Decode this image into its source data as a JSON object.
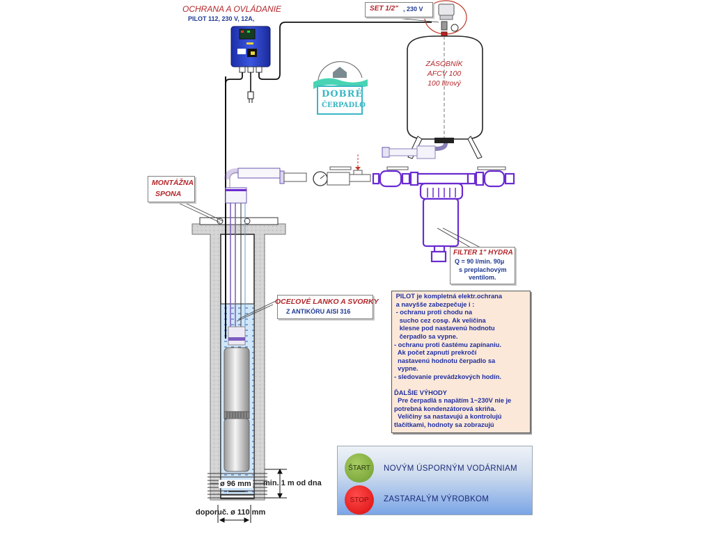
{
  "controller": {
    "title": "OCHRANA A OVLÁDANIE",
    "model": "PILOT 112, 230 V, 12A,"
  },
  "pressure_switch": {
    "label": "SET 1/2\"",
    "voltage": ", 230 V"
  },
  "tank": {
    "line1": "ZÁSOBNÍK",
    "line2": "AFCV 100",
    "line3": "100 litrový"
  },
  "logo": {
    "line1": "DOBRÉ",
    "line2": "ČERPADLO"
  },
  "mount_clamp": {
    "line1": "MONTÁŽNA",
    "line2": "SPONA"
  },
  "filter": {
    "title": "FILTER 1\" HYDRA",
    "line1": "Q = 90 l/min. 90μ",
    "line2": "s preplachovým",
    "line3": "ventilom."
  },
  "steel_cable": {
    "title": "OCEĽOVÉ LANKO A SVORKY",
    "subtitle": "Z ANTIKÓRU AISI 316"
  },
  "info": {
    "lines": [
      " PILOT je kompletná elektr.ochrana",
      " a navyšše zabezpečuje i :",
      " - ochranu proti chodu na",
      "   sucho cez cosφ. Ak veličina",
      "   klesne pod nastavenú hodnotu",
      "   čerpadlo sa vypne.",
      "- ochranu proti častému zapínaniu.",
      "  Ak počet zapnutí prekročí",
      "  nastavenú hodnotu čerpadlo sa",
      "  vypne.",
      "- sledovanie prevádzkových hodín.",
      "",
      "ĎALŠIE VÝHODY",
      "  Pre čerpadlá s napätím 1~230V nie je",
      "potrebná kondenzátorová skriňa.",
      "  Veličiny sa nastavujú a kontrolujú",
      "tlačítkami, hodnoty sa zobrazujú"
    ]
  },
  "dimensions": {
    "pump_diameter": "ø 96 mm",
    "min_depth": "min. 1 m od dna",
    "well_diameter": "doporuč. ø 110 mm"
  },
  "banner": {
    "start_badge": "ŠTART",
    "start_text": "NOVÝM  ÚSPORNÝM  VODÁRNIAM",
    "stop_badge": "STOP",
    "stop_text": "ZASTARALÝM  VÝROBKOM"
  },
  "colors": {
    "label_red": "#b4262a",
    "label_blue": "#1f3a93",
    "pipe_purple": "#6a2bd1",
    "controller_blue": "#2b3fbf",
    "logo_teal": "#39b7c4",
    "start_green": "#7fae3c",
    "stop_red": "#ea1c1c"
  }
}
